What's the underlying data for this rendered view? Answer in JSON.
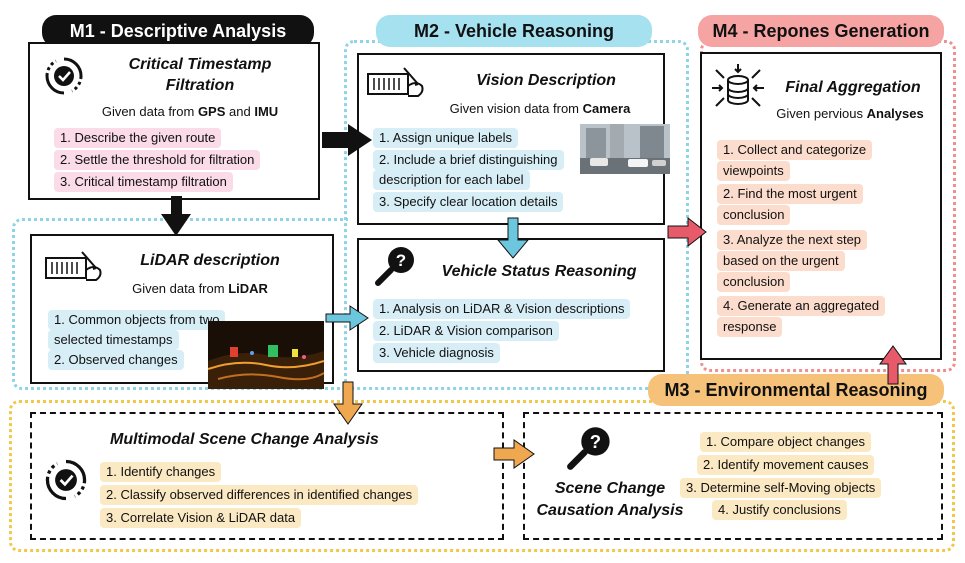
{
  "colors": {
    "m1": "#111111",
    "m2": "#a6e1ef",
    "m3": "#f6c27a",
    "m4": "#f6a3a3",
    "dots_blue": "#8fd3e6",
    "dots_pink": "#ef8f8f",
    "dots_yellow": "#f2c84b",
    "arrow_black": "#111111",
    "arrow_blue": "#6cc6de",
    "arrow_red": "#e65a6a",
    "arrow_orange": "#f0a850"
  },
  "modules": {
    "m1": {
      "label": "M1 - Descriptive Analysis"
    },
    "m2": {
      "label": "M2 - Vehicle Reasoning"
    },
    "m3": {
      "label": "M3 - Environmental Reasoning"
    },
    "m4": {
      "label": "M4 - Repones Generation"
    }
  },
  "critical": {
    "title_1": "Critical Timestamp",
    "title_2": "Filtration",
    "given_pre": "Given data from ",
    "given_b1": "GPS",
    "given_mid": " and ",
    "given_b2": "IMU",
    "items": [
      "1. Describe the given route",
      "2. Settle the threshold for filtration",
      "3. Critical timestamp filtration"
    ],
    "icon": "refresh-check-icon"
  },
  "lidar": {
    "title": "LiDAR description",
    "given_pre": "Given data from ",
    "given_b": "LiDAR",
    "items": [
      "1. Common objects from two",
      "selected timestamps",
      "2. Observed changes"
    ],
    "icon": "writing-hand-icon"
  },
  "vision": {
    "title": "Vision Description",
    "given_pre": "Given vision data from ",
    "given_b": "Camera",
    "items": [
      "1. Assign unique labels",
      "2. Include a brief distinguishing",
      "description for each label",
      "3. Specify clear location details"
    ],
    "icon": "writing-hand-icon"
  },
  "status": {
    "title": "Vehicle Status Reasoning",
    "items": [
      "1. Analysis on LiDAR & Vision descriptions",
      "2. LiDAR & Vision comparison",
      "3. Vehicle diagnosis"
    ],
    "icon": "magnifier-question-icon"
  },
  "final": {
    "title": "Final Aggregation",
    "given_pre": "Given pervious ",
    "given_b": "Analyses",
    "items": [
      "1. Collect and categorize",
      "viewpoints",
      "2. Find the most urgent",
      "conclusion",
      "3. Analyze the next step",
      "based on the urgent",
      "conclusion",
      "4. Generate an aggregated",
      "response"
    ],
    "icon": "database-arrows-icon"
  },
  "scene": {
    "title": "Multimodal Scene Change Analysis",
    "items": [
      "1. Identify changes",
      "2. Classify observed differences in identified changes",
      "3. Correlate Vision & LiDAR data"
    ],
    "icon": "refresh-check-icon"
  },
  "causation": {
    "title_1": "Scene Change",
    "title_2": "Causation Analysis",
    "items": [
      "1. Compare object changes",
      "2. Identify movement causes",
      "3. Determine self-Moving objects",
      "4. Justify conclusions"
    ],
    "icon": "magnifier-question-icon"
  }
}
